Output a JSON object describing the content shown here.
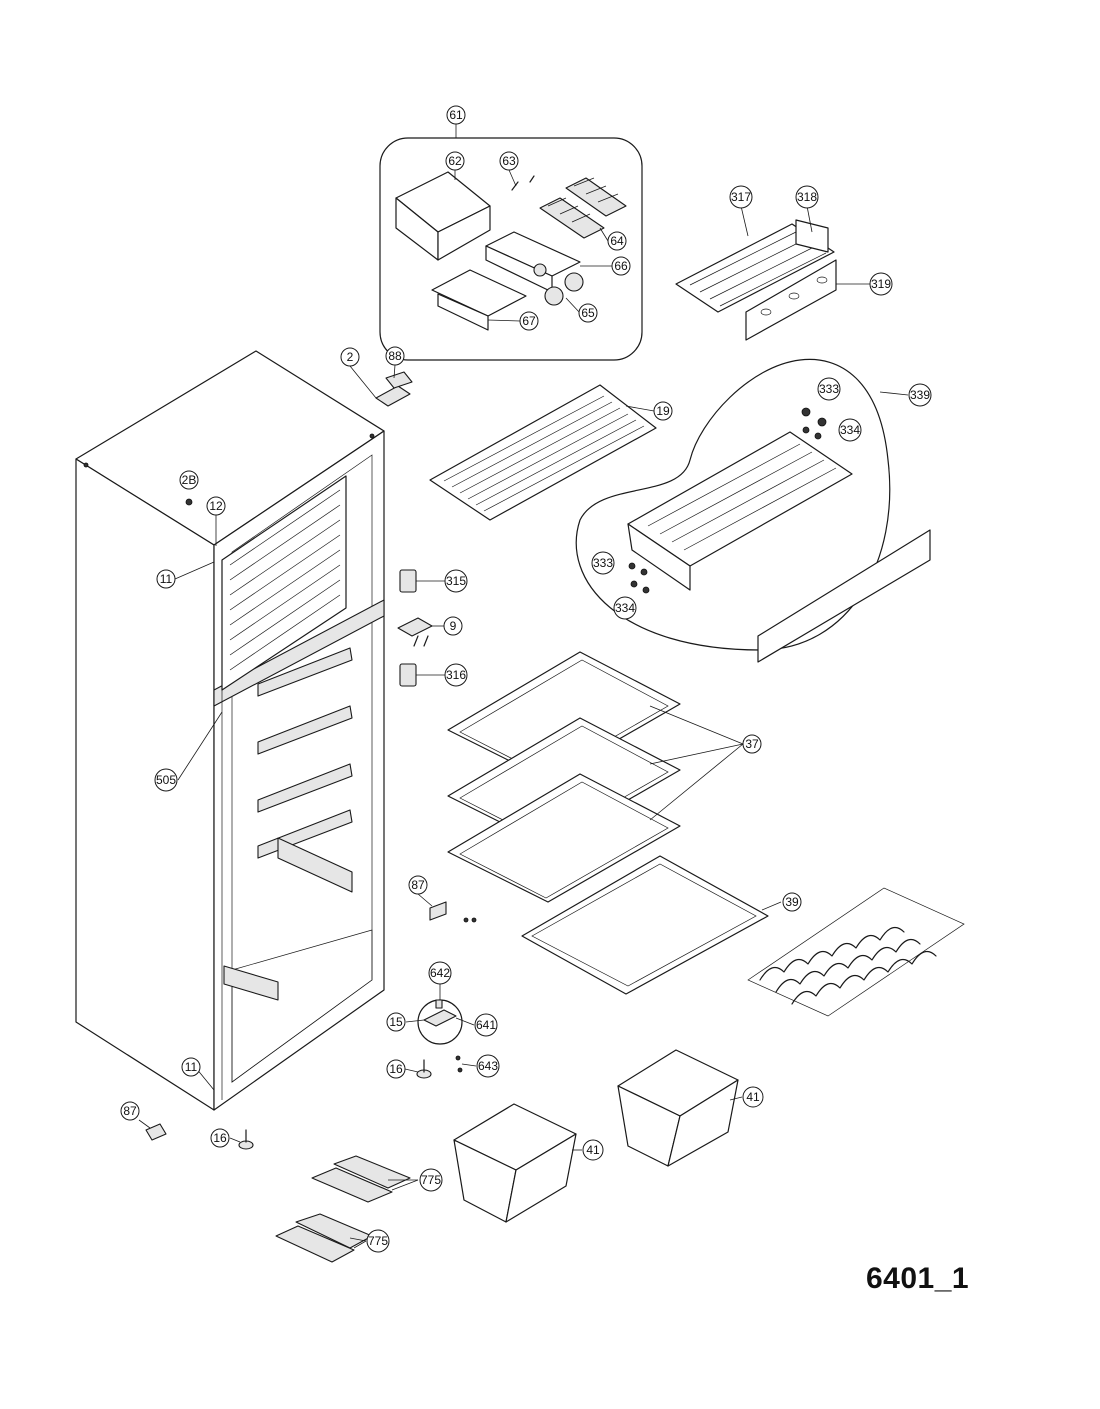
{
  "diagram_code": "6401_1",
  "callouts": {
    "c61": "61",
    "c62": "62",
    "c63": "63",
    "c64": "64",
    "c65": "65",
    "c66": "66",
    "c67": "67",
    "c317": "317",
    "c318": "318",
    "c319": "319",
    "c2": "2",
    "c88": "88",
    "c2b": "2B",
    "c12": "12",
    "c11a": "11",
    "c11b": "11",
    "c19": "19",
    "c339": "339",
    "c333a": "333",
    "c333b": "333",
    "c334a": "334",
    "c334b": "334",
    "c315": "315",
    "c9": "9",
    "c316": "316",
    "c505": "505",
    "c37": "37",
    "c39": "39",
    "c87a": "87",
    "c87b": "87",
    "c642": "642",
    "c15": "15",
    "c641": "641",
    "c16a": "16",
    "c16b": "16",
    "c643": "643",
    "c41a": "41",
    "c41b": "41",
    "c775a": "775",
    "c775b": "775"
  }
}
